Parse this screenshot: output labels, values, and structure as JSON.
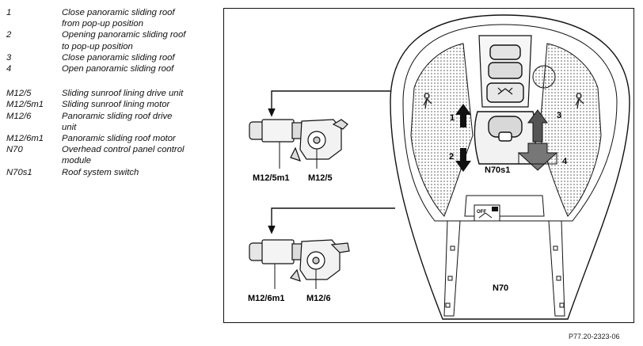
{
  "legend": {
    "items": [
      {
        "key": "1",
        "lines": [
          "Close panoramic sliding roof",
          "from pop-up position"
        ]
      },
      {
        "key": "2",
        "lines": [
          "Opening panoramic sliding roof",
          "to pop-up position"
        ]
      },
      {
        "key": "3",
        "lines": [
          "Close panoramic sliding roof"
        ]
      },
      {
        "key": "4",
        "lines": [
          "Open panoramic sliding roof"
        ]
      }
    ],
    "components": [
      {
        "key": "M12/5",
        "lines": [
          "Sliding sunroof lining drive unit"
        ]
      },
      {
        "key": "M12/5m1",
        "lines": [
          "Sliding sunroof lining motor"
        ]
      },
      {
        "key": "M12/6",
        "lines": [
          "Panoramic sliding roof drive",
          "unit"
        ]
      },
      {
        "key": "M12/6m1",
        "lines": [
          "Panoramic sliding roof motor"
        ]
      },
      {
        "key": "N70",
        "lines": [
          "Overhead control panel control",
          "module"
        ]
      },
      {
        "key": "N70s1",
        "lines": [
          "Roof system switch"
        ]
      }
    ]
  },
  "diagram": {
    "labels": {
      "upper_motor": "M12/5m1",
      "upper_drive": "M12/5",
      "lower_motor": "M12/6m1",
      "lower_drive": "M12/6",
      "switch": "N70s1",
      "module": "N70",
      "num1": "1",
      "num2": "2",
      "num3": "3",
      "num4": "4",
      "off": "OFF"
    }
  },
  "reference": "P77.20-2323-06"
}
